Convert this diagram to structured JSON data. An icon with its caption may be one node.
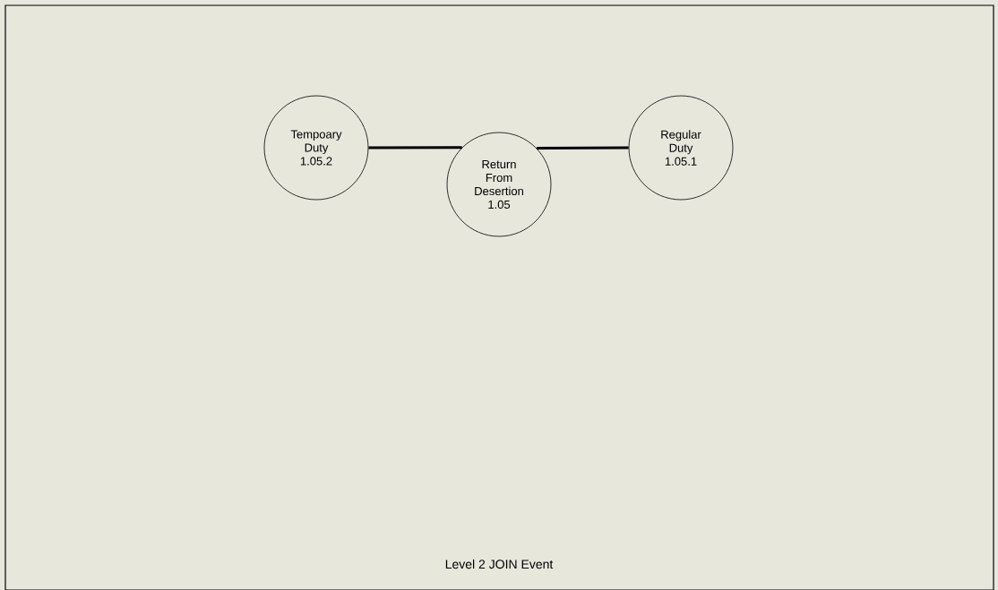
{
  "diagram": {
    "caption": "Level 2 JOIN Event",
    "nodes": [
      {
        "text": [
          "Tempoary Duty 1.05.2"
        ]
      },
      {
        "text": [
          "Return From Desertion 1.05"
        ]
      },
      {
        "text": [
          "Regular Duty 1.05.1"
        ]
      }
    ],
    "edges": [
      {
        "from": 0,
        "to": 1,
        "arrow": "none"
      },
      {
        "from": 1,
        "to": 2,
        "arrow": "none"
      }
    ]
  }
}
